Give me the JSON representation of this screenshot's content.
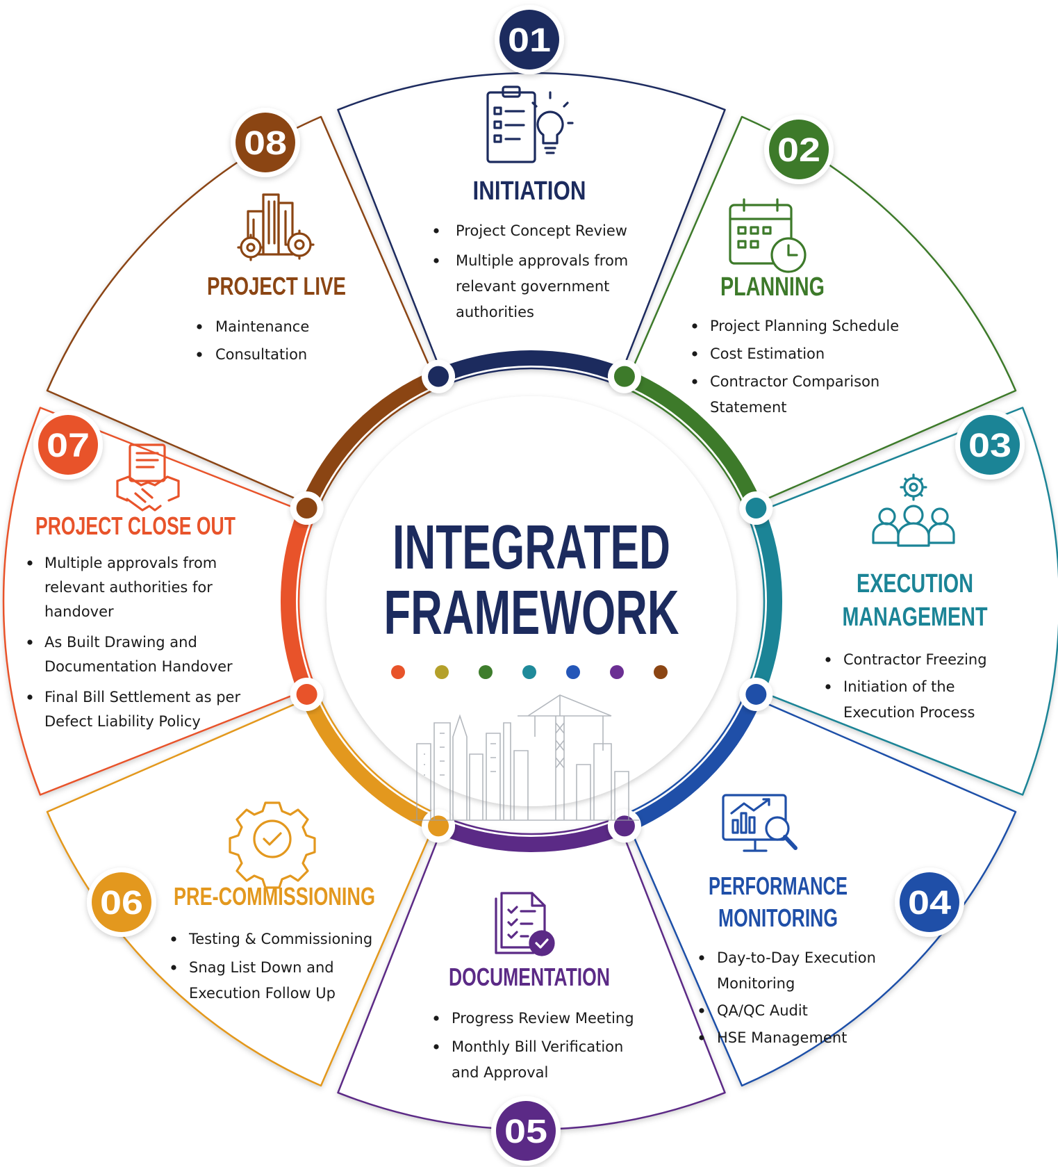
{
  "center": {
    "title_line1": "INTEGRATED",
    "title_line2": "FRAMEWORK",
    "dot_colors": [
      "#e8542a",
      "#b4a02a",
      "#3e7d2c",
      "#1f8a9a",
      "#2456b8",
      "#6b2f93",
      "#8b4513"
    ]
  },
  "phases": [
    {
      "number": "01",
      "title_lines": [
        "INITIATION"
      ],
      "color": "#1c2b5e",
      "icon": "checklist-lightbulb-icon",
      "bullets": [
        [
          "Project Concept Review"
        ],
        [
          "Multiple approvals from",
          "relevant government",
          "authorities"
        ]
      ]
    },
    {
      "number": "02",
      "title_lines": [
        "PLANNING"
      ],
      "color": "#3d7a2a",
      "icon": "calendar-clock-icon",
      "bullets": [
        [
          "Project Planning Schedule"
        ],
        [
          "Cost Estimation"
        ],
        [
          "Contractor Comparison",
          "Statement"
        ]
      ]
    },
    {
      "number": "03",
      "title_lines": [
        "EXECUTION",
        "MANAGEMENT"
      ],
      "color": "#1b8496",
      "icon": "team-gear-icon",
      "bullets": [
        [
          "Contractor Freezing"
        ],
        [
          "Initiation of the",
          "Execution Process"
        ]
      ]
    },
    {
      "number": "04",
      "title_lines": [
        "PERFORMANCE",
        "MONITORING"
      ],
      "color": "#1f4fa8",
      "icon": "monitor-chart-magnifier-icon",
      "bullets": [
        [
          "Day-to-Day Execution",
          "Monitoring"
        ],
        [
          "QA/QC Audit"
        ],
        [
          "HSE Management"
        ]
      ]
    },
    {
      "number": "05",
      "title_lines": [
        "DOCUMENTATION"
      ],
      "color": "#5b2a86",
      "icon": "document-check-icon",
      "bullets": [
        [
          "Progress Review Meeting"
        ],
        [
          "Monthly Bill Verification",
          "and Approval"
        ]
      ]
    },
    {
      "number": "06",
      "title_lines": [
        "PRE-COMMISSIONING"
      ],
      "color": "#e3981e",
      "icon": "gear-check-icon",
      "bullets": [
        [
          "Testing & Commissioning"
        ],
        [
          "Snag List Down and",
          "Execution Follow Up"
        ]
      ]
    },
    {
      "number": "07",
      "title_lines": [
        "PROJECT CLOSE OUT"
      ],
      "color": "#e8532a",
      "icon": "handshake-document-icon",
      "bullets": [
        [
          "Multiple approvals from",
          "relevant authorities for",
          "handover"
        ],
        [
          "As Built Drawing and",
          "Documentation Handover"
        ],
        [
          "Final Bill Settlement as per",
          "Defect Liability Policy"
        ]
      ]
    },
    {
      "number": "08",
      "title_lines": [
        "PROJECT LIVE"
      ],
      "color": "#8b4513",
      "icon": "buildings-gears-icon",
      "bullets": [
        [
          "Maintenance"
        ],
        [
          "Consultation"
        ]
      ]
    }
  ]
}
